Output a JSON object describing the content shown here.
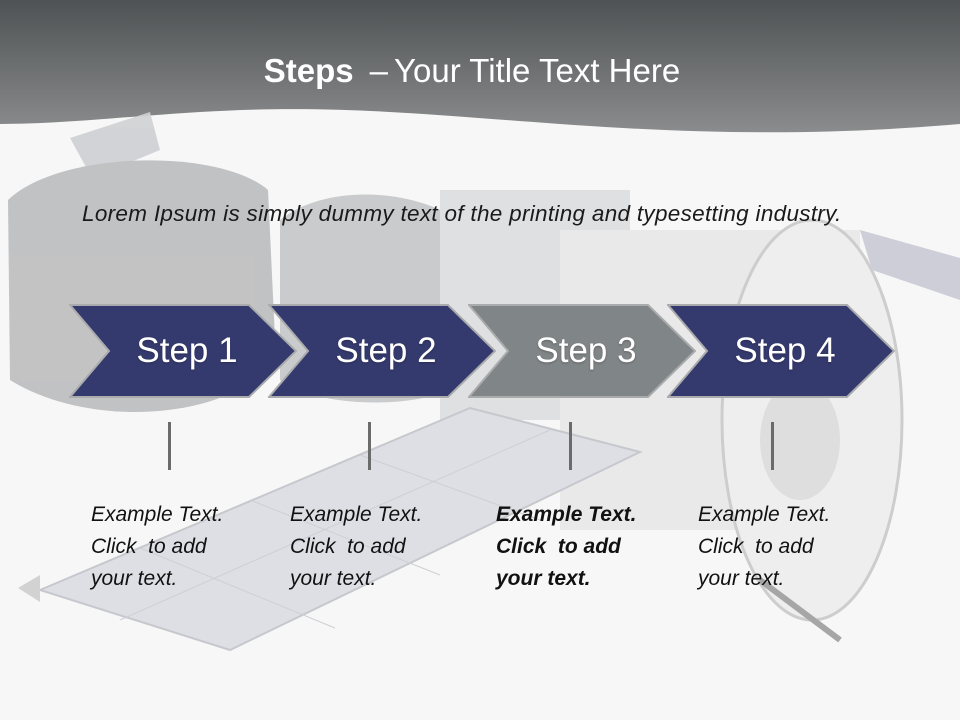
{
  "title": {
    "bold": "Steps",
    "dash": "–",
    "text": "Your Title Text Here"
  },
  "intro": "Lorem Ipsum is simply dummy text of the printing and typesetting industry.",
  "colors": {
    "header_dark": "#4f5254",
    "header_light": "#8a8c8d",
    "chevron_navy": "#353a6e",
    "chevron_gray": "#808587",
    "chevron_border": "#a9abad"
  },
  "steps": [
    {
      "label": "Step 1",
      "active": false,
      "caption": [
        "Example Text.",
        "Click  to add",
        "your text."
      ]
    },
    {
      "label": "Step 2",
      "active": false,
      "caption": [
        "Example Text.",
        "Click  to add",
        "your text."
      ]
    },
    {
      "label": "Step 3",
      "active": true,
      "caption": [
        "Example Text.",
        "Click  to add",
        "your text."
      ]
    },
    {
      "label": "Step 4",
      "active": false,
      "caption": [
        "Example Text.",
        "Click  to add",
        "your text."
      ]
    }
  ]
}
